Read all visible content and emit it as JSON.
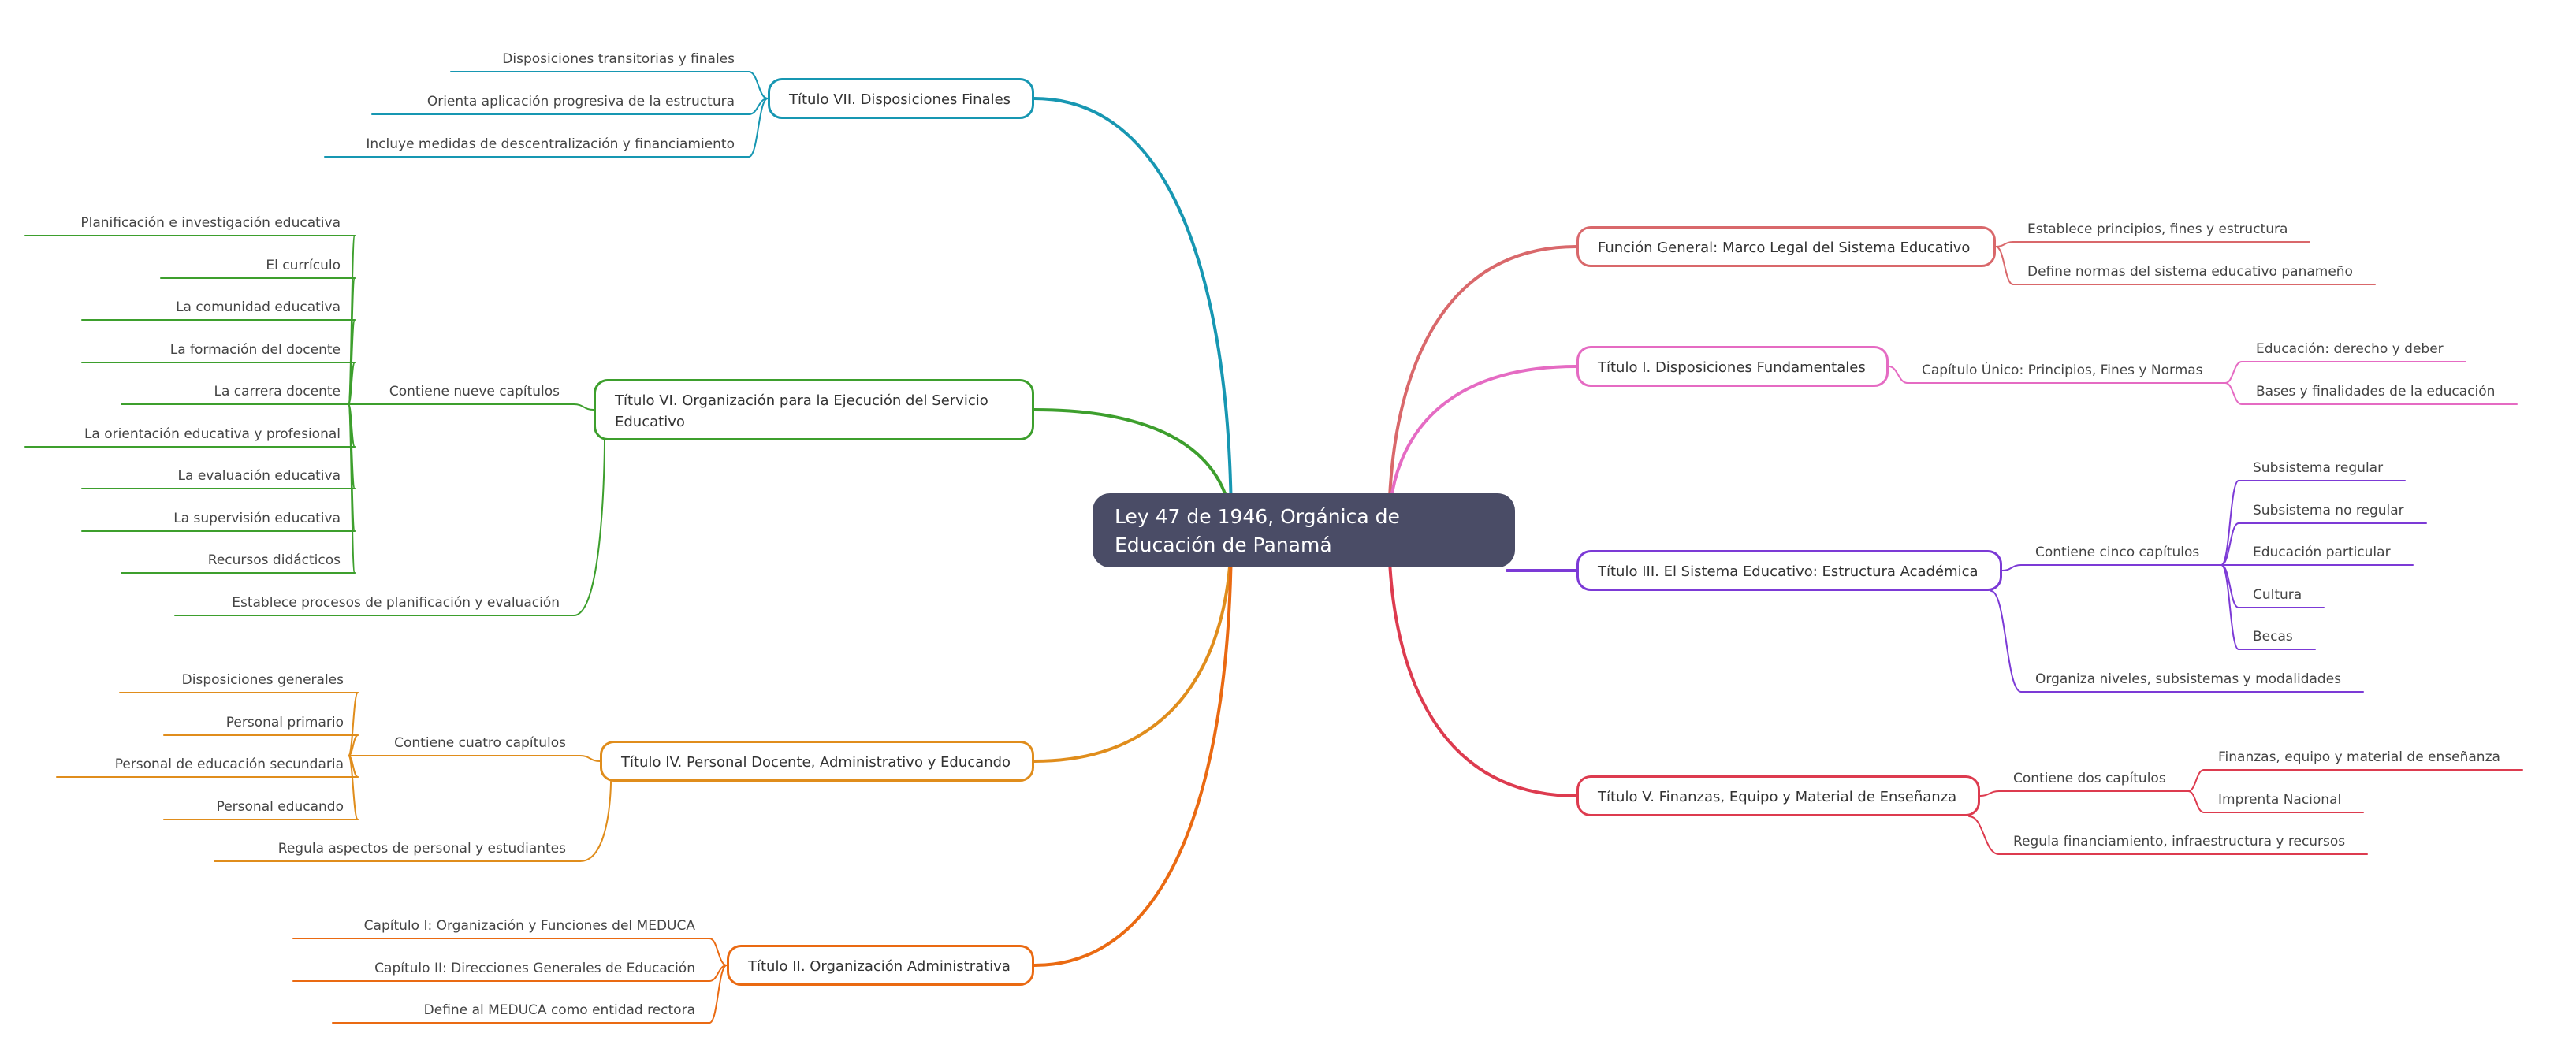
{
  "root": "Ley 47 de 1946, Orgánica de Educación de Panamá",
  "colors": {
    "root": "#4a4c66",
    "teal": "#1797b2",
    "green": "#3d9f2d",
    "orange": "#e08d1c",
    "darkorange": "#ea6a12",
    "salmon": "#d9686b",
    "pink": "#e56bc3",
    "purple": "#7c3ad6",
    "red": "#dd3b4f"
  },
  "branches": {
    "titulo7": {
      "label": "Título VII. Disposiciones Finales",
      "children": [
        "Disposiciones transitorias y finales",
        "Orienta aplicación progresiva de la estructura",
        "Incluye medidas de descentralización y financiamiento"
      ]
    },
    "titulo6": {
      "label": "Título VI. Organización para la Ejecución del Servicio Educativo",
      "group": {
        "label": "Contiene nueve capítulos",
        "children": [
          "Planificación e investigación educativa",
          "El currículo",
          "La comunidad educativa",
          "La formación del docente",
          "La carrera docente",
          "La orientación educativa y profesional",
          "La evaluación educativa",
          "La supervisión educativa",
          "Recursos didácticos"
        ]
      },
      "extra": "Establece procesos de planificación y evaluación"
    },
    "titulo4": {
      "label": "Título IV. Personal Docente, Administrativo y Educando",
      "group": {
        "label": "Contiene cuatro capítulos",
        "children": [
          "Disposiciones generales",
          "Personal primario",
          "Personal de educación secundaria",
          "Personal educando"
        ]
      },
      "extra": "Regula aspectos de personal y estudiantes"
    },
    "titulo2": {
      "label": "Título II. Organización Administrativa",
      "children": [
        "Capítulo I: Organización y Funciones del MEDUCA",
        "Capítulo II: Direcciones Generales de Educación",
        "Define al MEDUCA como entidad rectora"
      ]
    },
    "funcion": {
      "label": "Función General: Marco Legal del Sistema Educativo",
      "children": [
        "Establece principios, fines y estructura",
        "Define normas del sistema educativo panameño"
      ]
    },
    "titulo1": {
      "label": "Título I. Disposiciones Fundamentales",
      "group": {
        "label": "Capítulo Único: Principios, Fines y Normas",
        "children": [
          "Educación: derecho y deber",
          "Bases y finalidades de la educación"
        ]
      }
    },
    "titulo3": {
      "label": "Título III. El Sistema Educativo: Estructura Académica",
      "group": {
        "label": "Contiene cinco capítulos",
        "children": [
          "Subsistema regular",
          "Subsistema no regular",
          "Educación particular",
          "Cultura",
          "Becas"
        ]
      },
      "extra": "Organiza niveles, subsistemas y modalidades"
    },
    "titulo5": {
      "label": "Título V. Finanzas, Equipo y Material de Enseñanza",
      "group": {
        "label": "Contiene dos capítulos",
        "children": [
          "Finanzas, equipo y material de enseñanza",
          "Imprenta Nacional"
        ]
      },
      "extra": "Regula financiamiento, infraestructura y recursos"
    }
  }
}
